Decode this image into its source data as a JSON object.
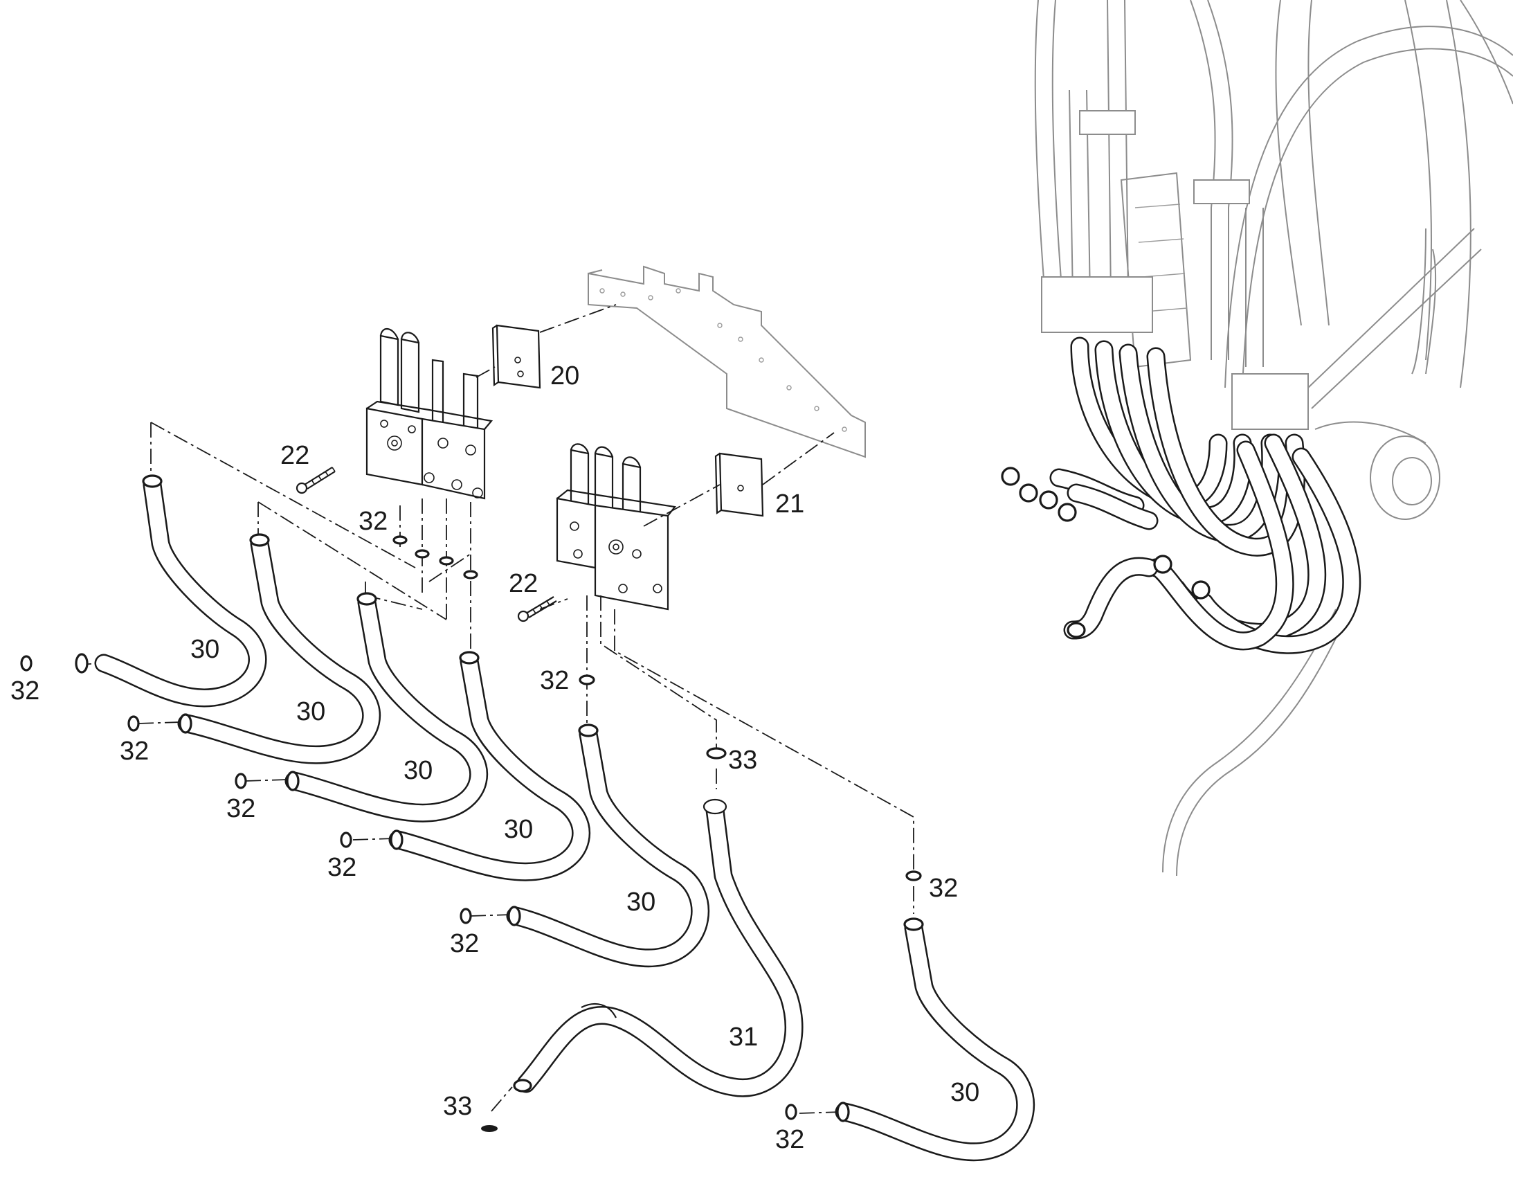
{
  "callouts": {
    "c20": "20",
    "c21": "21",
    "c22a": "22",
    "c22b": "22",
    "c30": "30",
    "c31": "31",
    "c32": "32",
    "c33": "33"
  },
  "icons": [
    "hose-30",
    "hose-31",
    "o-ring-32",
    "o-ring-33",
    "valve-block",
    "mounting-plate",
    "bracket",
    "bolt",
    "machine-arm"
  ]
}
